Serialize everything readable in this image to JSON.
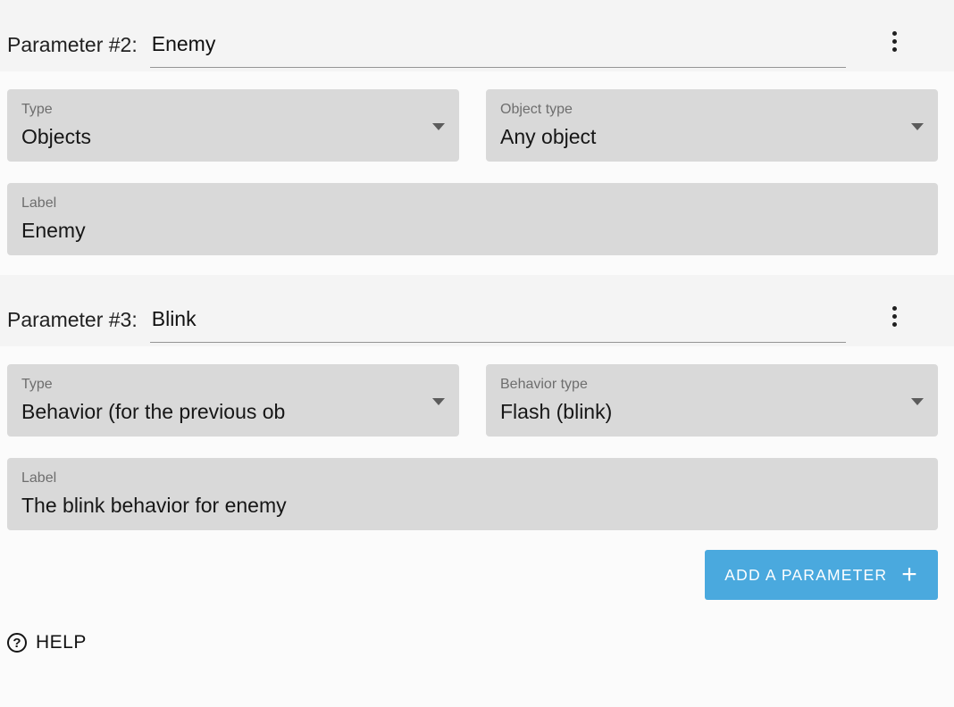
{
  "parameters": [
    {
      "title": "Parameter #2:",
      "name": "Enemy",
      "type": {
        "label": "Type",
        "value": "Objects"
      },
      "subtype": {
        "label": "Object type",
        "value": "Any object"
      },
      "label_field": {
        "label": "Label",
        "value": "Enemy"
      }
    },
    {
      "title": "Parameter #3:",
      "name": "Blink",
      "type": {
        "label": "Type",
        "value": "Behavior (for the previous ob"
      },
      "subtype": {
        "label": "Behavior type",
        "value": "Flash (blink)"
      },
      "label_field": {
        "label": "Label",
        "value": "The blink behavior for enemy"
      }
    }
  ],
  "add_button": {
    "label": "ADD A PARAMETER",
    "plus": "+"
  },
  "help": {
    "label": "HELP",
    "icon_glyph": "?"
  },
  "colors": {
    "accent": "#4aa9de",
    "field_bg": "#d9d9d9",
    "header_bg": "#f4f4f4"
  }
}
